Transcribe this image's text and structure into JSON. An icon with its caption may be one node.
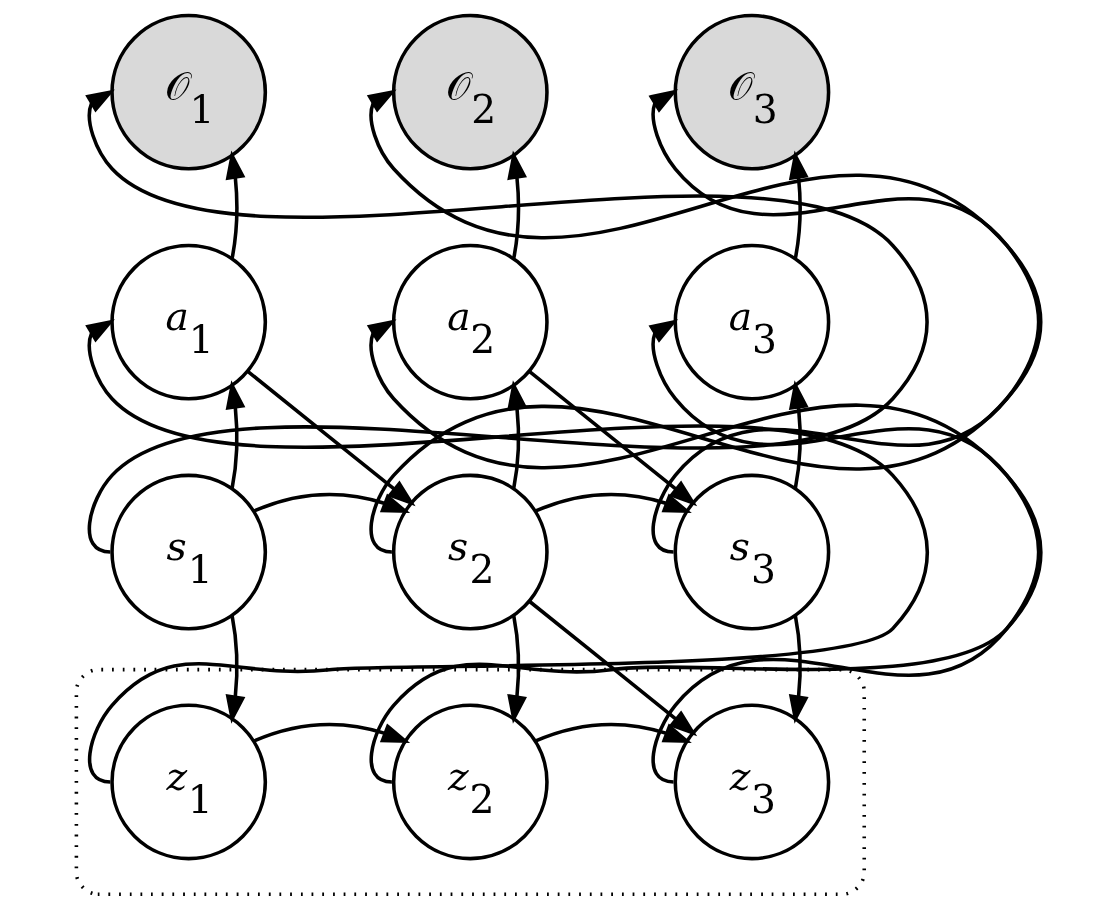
{
  "diagram": {
    "nodes": [
      {
        "text": [
          "𝒪$_{1}$"
        ]
      },
      {
        "text": [
          "𝒪$_{2}$"
        ]
      },
      {
        "text": [
          "𝒪$_{3}$"
        ]
      },
      {
        "text": [
          "a$_{1}$"
        ]
      },
      {
        "text": [
          "a$_{2}$"
        ]
      },
      {
        "text": [
          "a$_{3}$"
        ]
      },
      {
        "text": [
          "s$_{1}$"
        ]
      },
      {
        "text": [
          "s$_{2}$"
        ]
      },
      {
        "text": [
          "s$_{3}$"
        ]
      },
      {
        "text": [],
        "shape": "box"
      },
      {
        "text": [
          "z$_{1}$"
        ],
        "in": 9
      },
      {
        "text": [
          "z$_{2}$"
        ],
        "in": 9
      },
      {
        "text": [
          "z$_{3}$"
        ],
        "in": 9
      }
    ],
    "edges": [
      {
        "from": 3,
        "to": 0,
        "arrow": "to"
      },
      {
        "from": 4,
        "to": 1,
        "arrow": "to"
      },
      {
        "from": 5,
        "to": 2,
        "arrow": "to"
      },
      {
        "from": 6,
        "to": 0,
        "arrow": "to"
      },
      {
        "from": 7,
        "to": 1,
        "arrow": "to"
      },
      {
        "from": 8,
        "to": 2,
        "arrow": "to"
      },
      {
        "from": 10,
        "to": 3,
        "arrow": "to"
      },
      {
        "from": 11,
        "to": 4,
        "arrow": "to"
      },
      {
        "from": 12,
        "to": 5,
        "arrow": "to"
      },
      {
        "from": 6,
        "to": 3,
        "arrow": "to"
      },
      {
        "from": 7,
        "to": 4,
        "arrow": "to"
      },
      {
        "from": 8,
        "to": 5,
        "arrow": "to"
      },
      {
        "from": 3,
        "to": 7,
        "arrow": "to"
      },
      {
        "from": 4,
        "to": 8,
        "arrow": "to"
      },
      {
        "from": 6,
        "to": 7,
        "arrow": "to"
      },
      {
        "from": 7,
        "to": 8,
        "arrow": "to"
      },
      {
        "from": 6,
        "to": 10,
        "arrow": "to"
      },
      {
        "from": 7,
        "to": 11,
        "arrow": "to"
      },
      {
        "from": 8,
        "to": 12,
        "arrow": "to"
      },
      {
        "from": 7,
        "to": 12,
        "arrow": "to"
      },
      {
        "from": 10,
        "to": 11,
        "arrow": "to"
      },
      {
        "from": 11,
        "to": 12,
        "arrow": "to"
      }
    ]
  }
}
